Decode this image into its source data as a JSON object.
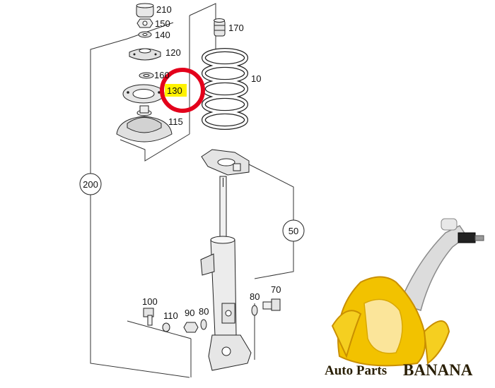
{
  "diagram": {
    "part_labels": {
      "p210": "210",
      "p150": "150",
      "p140": "140",
      "p120": "120",
      "p160": "160",
      "p130": "130",
      "p115": "115",
      "p170": "170",
      "p10": "10",
      "p200": "200",
      "p50": "50",
      "p100": "100",
      "p110": "110",
      "p90": "90",
      "p80a": "80",
      "p80b": "80",
      "p70": "70"
    },
    "highlighted_part": "130",
    "highlight_fill": "#fff200",
    "circle_color": "#e3001b"
  },
  "brand": {
    "line1": "Auto Parts",
    "line2": "BANANA",
    "banana_color": "#f2c200",
    "banana_dark": "#c98f00",
    "link_color": "#d8d8d8"
  }
}
